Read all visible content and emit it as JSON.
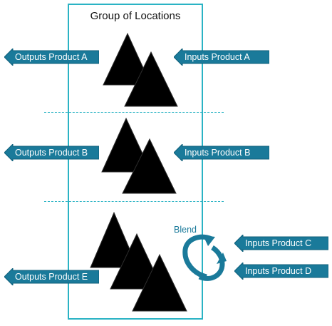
{
  "group": {
    "title": "Group of Locations"
  },
  "blend_label": "Blend",
  "outputs": [
    {
      "label": "Outputs Product A"
    },
    {
      "label": "Outputs Product B"
    },
    {
      "label": "Outputs Product E"
    }
  ],
  "inputs": [
    {
      "label": "Inputs Product A"
    },
    {
      "label": "Inputs Product B"
    },
    {
      "label": "Inputs Product C"
    },
    {
      "label": "Inputs Product D"
    }
  ],
  "colors": {
    "frame": "#2ab3c4",
    "arrow_fill": "#1a7a9a",
    "arrow_stroke": "#0f5f7a",
    "blend": "#1a7a9a",
    "triangle": "#000000"
  }
}
